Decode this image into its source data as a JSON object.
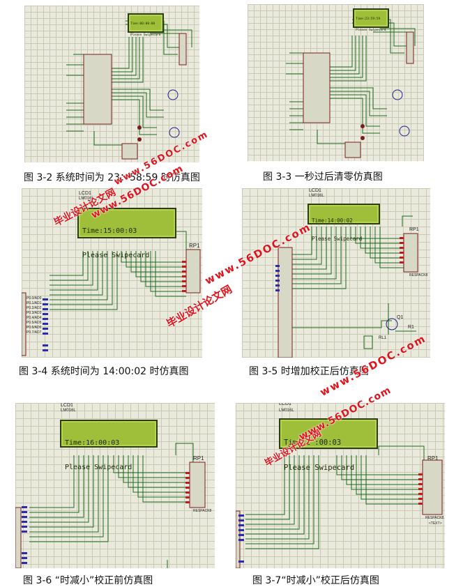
{
  "figures": [
    {
      "id": "3-2",
      "caption": "图 3-2 系统时间为 23：58:59 时仿真图"
    },
    {
      "id": "3-3",
      "caption": "图 3-3 一秒过后清零仿真图"
    },
    {
      "id": "3-4",
      "caption": "图 3-4 系统时间为 14:00:02 时仿真图"
    },
    {
      "id": "3-5",
      "caption": "图 3-5 时增加校正后仿真图"
    },
    {
      "id": "3-6",
      "caption": "图 3-6 “时减小”校正前仿真图"
    },
    {
      "id": "3-7",
      "caption": "图 3-7“时减小”校正后仿真图"
    }
  ],
  "lcd": {
    "fig2_line1": "Time:00:00:00",
    "fig2_line2": "Please Swipecard",
    "fig3_line1": "Time:23:59:59",
    "fig3_line2": "Please Swipecard",
    "fig4_line1": "Time:15:00:03",
    "fig4_line2": "Please Swipecard",
    "fig5_line1": "Time:14:00:02",
    "fig5_line2": "Please Swipecard",
    "fig6_line1": "Time:16:00:03",
    "fig6_line2": "Please Swipecard",
    "fig7_line1": "Time:1 :00:03",
    "fig7_line2": "Please Swipecard"
  },
  "labels": {
    "lcd1": "LCD1",
    "lcd_model": "LM016L",
    "rp1": "RP1",
    "respack": "RESPACK8",
    "q1": "Q1",
    "r1": "R1",
    "rl1": "RL1",
    "pins": [
      "P0.0/AD0",
      "P0.1/AD1",
      "P0.2/AD2",
      "P0.3/AD3",
      "P0.4/AD4",
      "P0.5/AD5",
      "P0.6/AD6",
      "P0.7/AD7"
    ],
    "text_placeholder": "<TEXT>"
  },
  "watermarks": {
    "site": "毕业设计论文网",
    "url": "www.56DOC.com"
  }
}
